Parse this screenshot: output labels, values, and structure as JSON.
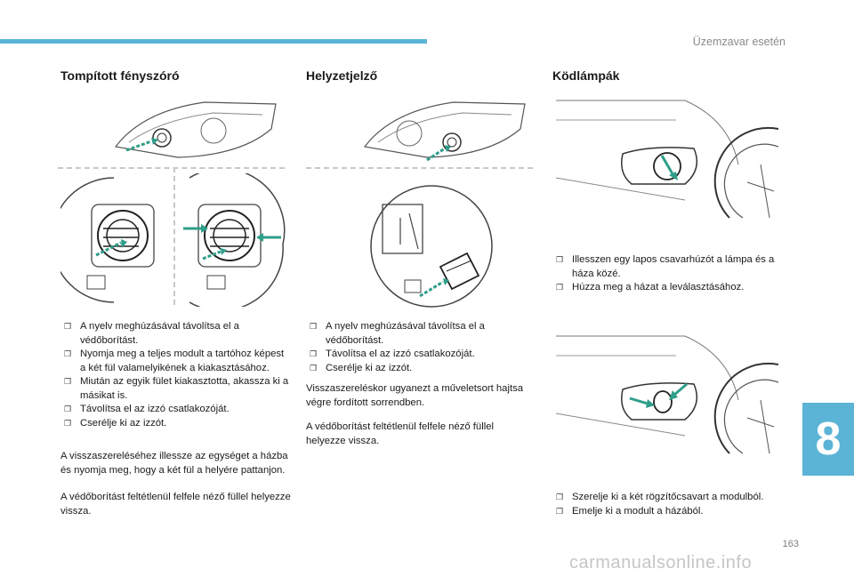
{
  "header": {
    "section": "Üzemzavar esetén"
  },
  "columns": {
    "col1": {
      "title": "Tompított fényszóró",
      "bullets": [
        "A nyelv meghúzásával távolítsa el a védőborítást.",
        "Nyomja meg a teljes modult a tartóhoz képest a két fül valamelyikének a kiakasztásához.",
        "Miután az egyik fület kiakasztotta, akassza ki a másikat is.",
        "Távolítsa el az izzó csatlakozóját.",
        "Cserélje ki az izzót."
      ],
      "para1": "A visszaszereléséhez illessze az egységet a házba és nyomja meg, hogy a két fül a helyére pattanjon.",
      "para2": "A védőborítást feltétlenül felfele néző füllel helyezze vissza."
    },
    "col2": {
      "title": "Helyzetjelző",
      "bullets": [
        "A nyelv meghúzásával távolítsa el a védőborítást.",
        "Távolítsa el az izzó csatlakozóját.",
        "Cserélje ki az izzót."
      ],
      "para1": "Visszaszereléskor ugyanezt a műveletsort hajtsa végre fordított sorrendben.",
      "para2": "A védőborítást feltétlenül felfele néző füllel helyezze vissza."
    },
    "col3": {
      "title": "Ködlámpák",
      "bullets1": [
        "Illesszen egy lapos csavarhúzót a lámpa és a háza közé.",
        "Húzza meg a házat a leválasztásához."
      ],
      "bullets2": [
        "Szerelje ki a két rögzítőcsavart a modulból.",
        "Emelje ki a modult a házából."
      ]
    }
  },
  "chapter_number": "8",
  "page_number": "163",
  "watermark": "carmanualsonline.info",
  "icons": {
    "bullet": "square-bullet-icon"
  },
  "colors": {
    "accent": "#5bb3d6",
    "arrow": "#2e9e8a"
  }
}
